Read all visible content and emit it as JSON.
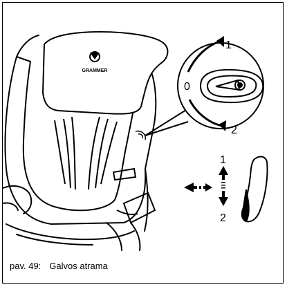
{
  "figure": {
    "brand_text": "GRAMMER",
    "position_neutral": "0",
    "direction_up": "1",
    "direction_down": "2",
    "lateral_up": "1",
    "lateral_down": "2"
  },
  "caption": {
    "number": "pav. 49:",
    "title": "Galvos atrama"
  }
}
